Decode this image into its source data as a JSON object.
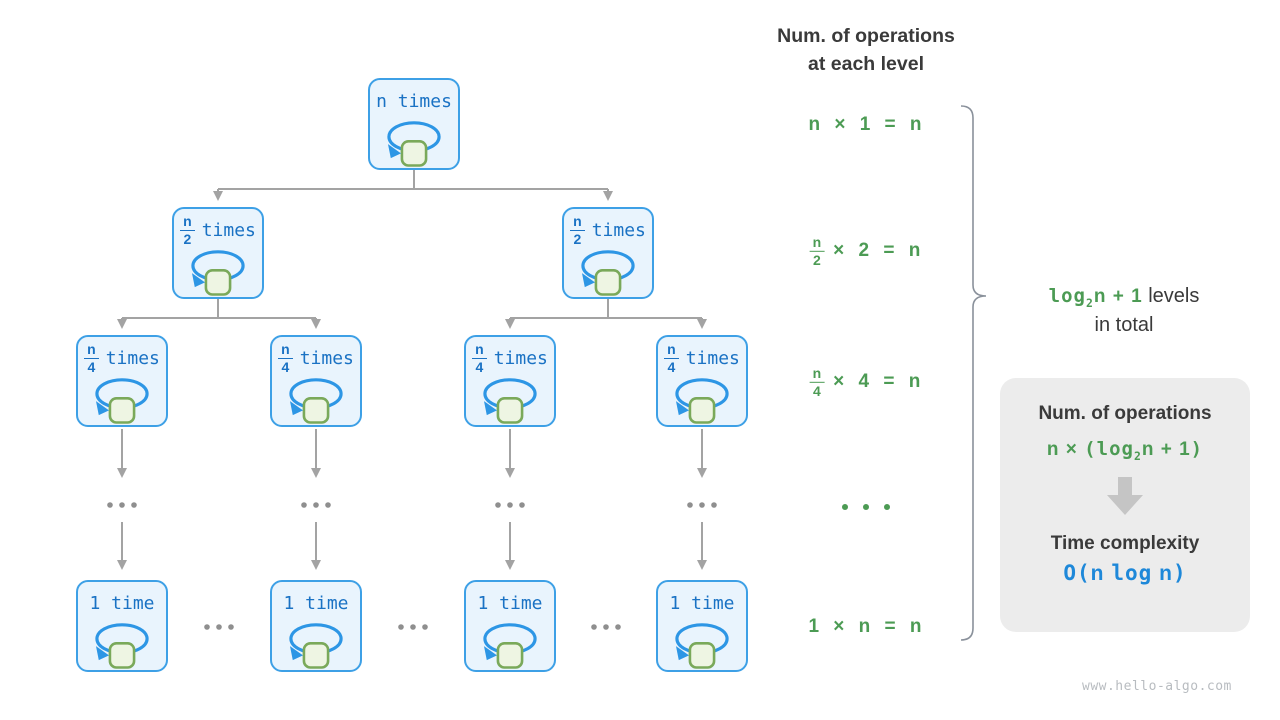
{
  "colors": {
    "node_border": "#3da0e6",
    "node_bg": "#e9f4fd",
    "node_label": "#1a72c4",
    "loop_arrow": "#2d96e5",
    "loop_square_bg": "#eef5e3",
    "loop_square_border": "#7aa95a",
    "green": "#4c9b54",
    "dark_text": "#3a3a3a",
    "connector_gray": "#a3a3a3",
    "box_bg": "#ececec",
    "block_arrow": "#c5c5c5",
    "complexity_blue": "#1e88d9",
    "brace": "#8a919b",
    "footer_gray": "#b8bcc0"
  },
  "header": {
    "line1": "Num. of operations",
    "line2": "at each level"
  },
  "tree": {
    "node_labels": {
      "root": {
        "text": "n times"
      },
      "half": {
        "frac": {
          "num": "n",
          "den": "2"
        },
        "text": "times"
      },
      "quarter": {
        "frac": {
          "num": "n",
          "den": "4"
        },
        "text": "times"
      },
      "leaf": {
        "text": "1 time"
      }
    },
    "ellipsis": "..."
  },
  "ops": {
    "rows": [
      {
        "text": "n × 1 = n"
      },
      {
        "frac": {
          "num": "n",
          "den": "2"
        },
        "text": "× 2 = n"
      },
      {
        "frac": {
          "num": "n",
          "den": "4"
        },
        "text": "× 4 = n"
      },
      {
        "dots": true
      },
      {
        "text": "1 × n = n"
      }
    ]
  },
  "brace_label": {
    "formula_segs": [
      {
        "t": "log",
        "mono": true
      },
      {
        "t": "2",
        "sub": true,
        "mono": true
      },
      {
        "t": "n + 1"
      }
    ],
    "suffix": "levels",
    "line2": "in total"
  },
  "summary_box": {
    "title": "Num. of operations",
    "formula_segs": [
      {
        "t": "n × "
      },
      {
        "t": "(",
        "mono": true
      },
      {
        "t": "log",
        "mono": true
      },
      {
        "t": "2",
        "sub": true,
        "mono": true
      },
      {
        "t": "n + 1"
      },
      {
        "t": ")",
        "mono": true
      }
    ],
    "subtitle": "Time complexity",
    "complexity_segs": [
      {
        "t": "O(",
        "mono": true
      },
      {
        "t": "n "
      },
      {
        "t": "log",
        "mono": true
      },
      {
        "t": " n"
      },
      {
        "t": ")",
        "mono": true
      }
    ]
  },
  "footer": {
    "site": "www.hello-algo.com"
  }
}
